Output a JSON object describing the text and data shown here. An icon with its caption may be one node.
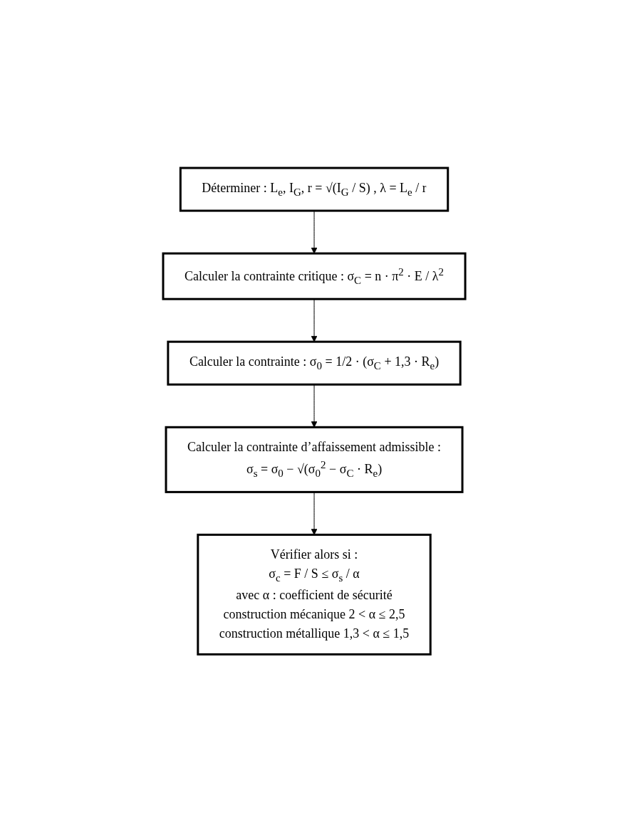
{
  "diagram": {
    "nodes": [
      {
        "text": [
          "Déterminer : L$_{e}$, I$_{G}$, r = √(I$_{G}$ / S) , λ = L$_{e}$ / r"
        ]
      },
      {
        "text": [
          "Calculer la contrainte critique : σ$_{C}$ = n · π$^{2}$ · E / λ$^{2}$"
        ]
      },
      {
        "text": [
          "Calculer la contrainte : σ$_{0}$ = 1/2 · (σ$_{C}$ + 1,3 · R$_{e}$)"
        ]
      },
      {
        "text": [
          "Calculer la contrainte d’affaissement admissible :",
          "σ$_{s}$ = σ$_{0}$ − √(σ$_{0}$$^{2}$ − σ$_{C}$ · R$_{e}$)"
        ]
      },
      {
        "text": [
          "Vérifier alors si :",
          "σ$_{c}$ = F / S ≤ σ$_{s}$ / α",
          "avec α : coefficient de sécurité",
          "construction mécanique 2 < α ≤ 2,5",
          "construction métallique 1,3 < α ≤ 1,5"
        ]
      }
    ],
    "edges": [
      {
        "from": 0,
        "to": 1,
        "arrow": "to"
      },
      {
        "from": 1,
        "to": 2,
        "arrow": "to"
      },
      {
        "from": 2,
        "to": 3,
        "arrow": "to"
      },
      {
        "from": 3,
        "to": 4,
        "arrow": "to"
      }
    ]
  }
}
